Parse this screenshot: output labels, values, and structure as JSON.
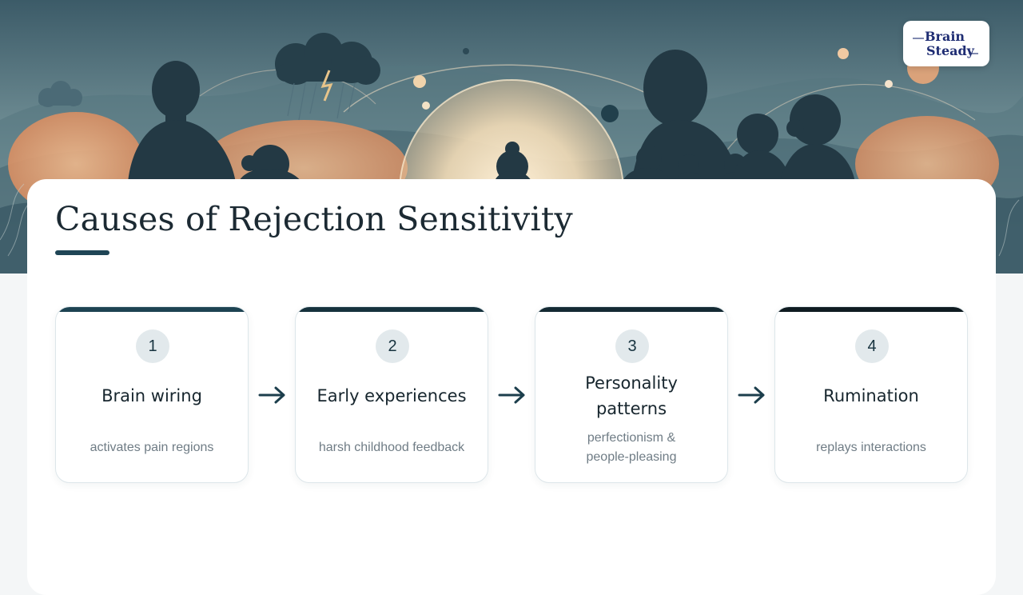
{
  "title": "Causes of Rejection Sensitivity",
  "logo": {
    "line1": "Brain",
    "line2": "Steady"
  },
  "cards": [
    {
      "number": "1",
      "title": "Brain wiring",
      "description": "activates pain regions"
    },
    {
      "number": "2",
      "title": "Early experiences",
      "description": "harsh childhood feedback"
    },
    {
      "number": "3",
      "title": "Personality patterns",
      "description": "perfectionism & people-pleasing"
    },
    {
      "number": "4",
      "title": "Rumination",
      "description": "replays interactions"
    }
  ],
  "colors": {
    "accent": "#1f4556",
    "card_top_1": "#1d4352",
    "card_top_2": "#16323d",
    "card_top_3": "#142a33",
    "card_top_4": "#0f1b21",
    "number_badge_bg": "#e2e9ec",
    "arrow": "#1c3e4c"
  }
}
